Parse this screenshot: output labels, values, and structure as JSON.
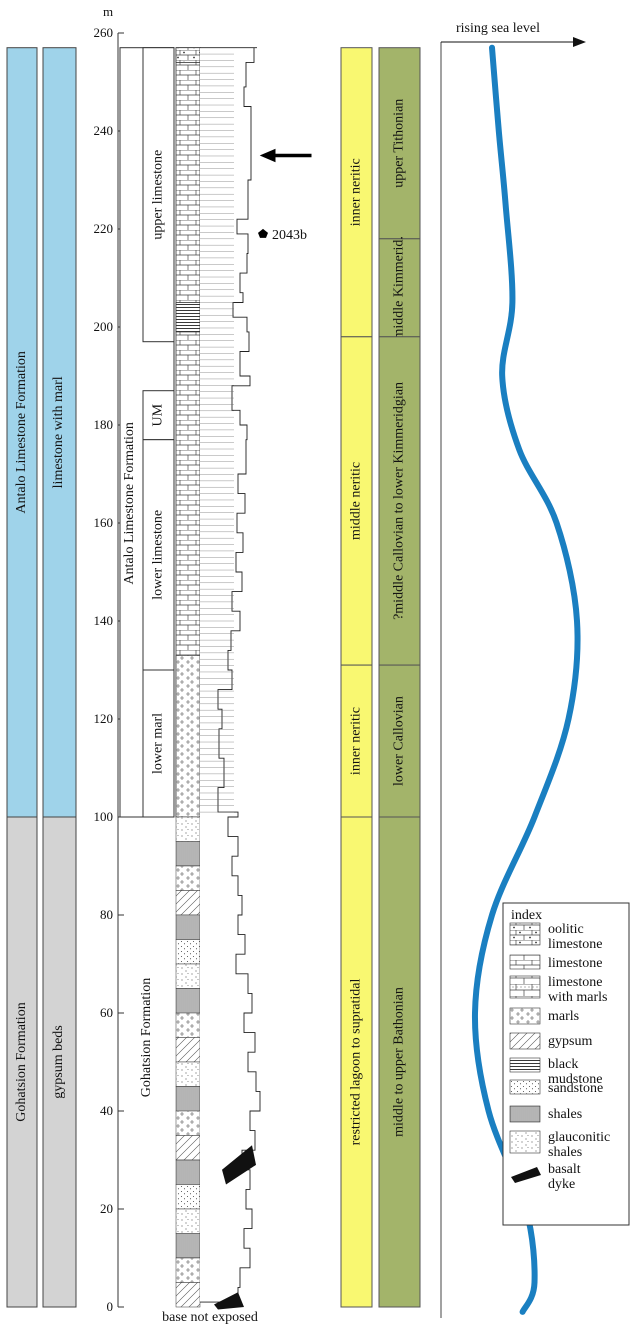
{
  "axis": {
    "unit": "m",
    "tick_labels": [
      "0",
      "20",
      "40",
      "60",
      "80",
      "100",
      "120",
      "140",
      "160",
      "180",
      "200",
      "220",
      "240",
      "260"
    ],
    "tick_values": [
      0,
      20,
      40,
      60,
      80,
      100,
      120,
      140,
      160,
      180,
      200,
      220,
      240,
      260
    ]
  },
  "columns": {
    "formation_top": {
      "label": "Antalo Limestone Formation",
      "color": "#9fd3ea",
      "from_m": 100,
      "to_m": 257
    },
    "formation_bottom": {
      "label": "Gohatsion Formation",
      "color": "#d3d3d3",
      "from_m": 0,
      "to_m": 100
    },
    "lithology_top": {
      "label": "limestone with marl",
      "color": "#9fd3ea"
    },
    "lithology_bottom": {
      "label": "gypsum beds",
      "color": "#d3d3d3"
    },
    "units": [
      {
        "label": "upper limestone",
        "from_m": 197,
        "to_m": 257
      },
      {
        "label": "UM",
        "from_m": 177,
        "to_m": 187
      },
      {
        "label": "lower limestone",
        "from_m": 130,
        "to_m": 177
      },
      {
        "label": "lower marl",
        "from_m": 100,
        "to_m": 130
      }
    ],
    "members_label_top": "Antalo Limestone Formation",
    "members_label_bottom": "Gohatsion Formation",
    "environments": [
      {
        "label": "inner neritic",
        "from_m": 198,
        "to_m": 257
      },
      {
        "label": "middle neritic",
        "from_m": 131,
        "to_m": 198
      },
      {
        "label": "inner neritic",
        "from_m": 100,
        "to_m": 131
      },
      {
        "label": "restricted lagoon to supratidal",
        "from_m": 0,
        "to_m": 100
      }
    ],
    "environment_color": "#f9f871",
    "ages": [
      {
        "label": "upper Tithonian",
        "from_m": 218,
        "to_m": 257
      },
      {
        "label": "middle Kimmerid.",
        "from_m": 198,
        "to_m": 218
      },
      {
        "label": "?middle Callovian to lower Kimmeridgian",
        "from_m": 131,
        "to_m": 198
      },
      {
        "label": "lower Callovian",
        "from_m": 100,
        "to_m": 131
      },
      {
        "label": "middle to upper Bathonian",
        "from_m": 0,
        "to_m": 100
      }
    ],
    "age_color": "#a3b46a"
  },
  "annotations": {
    "sample": "2043b",
    "sample_m": 219,
    "arrow_m": 235,
    "base_note": "base not exposed"
  },
  "sea_level": {
    "label": "rising sea level",
    "color": "#1a7fc1",
    "curve": [
      [
        257,
        0.3
      ],
      [
        240,
        0.34
      ],
      [
        225,
        0.38
      ],
      [
        205,
        0.42
      ],
      [
        190,
        0.36
      ],
      [
        175,
        0.46
      ],
      [
        160,
        0.68
      ],
      [
        140,
        0.8
      ],
      [
        120,
        0.75
      ],
      [
        100,
        0.55
      ],
      [
        80,
        0.3
      ],
      [
        60,
        0.2
      ],
      [
        40,
        0.28
      ],
      [
        20,
        0.5
      ],
      [
        5,
        0.55
      ],
      [
        -1,
        0.48
      ]
    ]
  },
  "legend": {
    "title": "index",
    "items": [
      {
        "pattern": "oolitic",
        "label": "oolitic limestone"
      },
      {
        "pattern": "limestone",
        "label": "limestone"
      },
      {
        "pattern": "lime-marl",
        "label": "limestone with marls"
      },
      {
        "pattern": "marl",
        "label": "marls"
      },
      {
        "pattern": "gypsum",
        "label": "gypsum"
      },
      {
        "pattern": "mudstone",
        "label": "black mudstone"
      },
      {
        "pattern": "sandstone",
        "label": "sandstone"
      },
      {
        "pattern": "shales",
        "label": "shales"
      },
      {
        "pattern": "glauconitic",
        "label": "glauconitic shales"
      },
      {
        "pattern": "dyke",
        "label": "basalt dyke"
      }
    ]
  }
}
